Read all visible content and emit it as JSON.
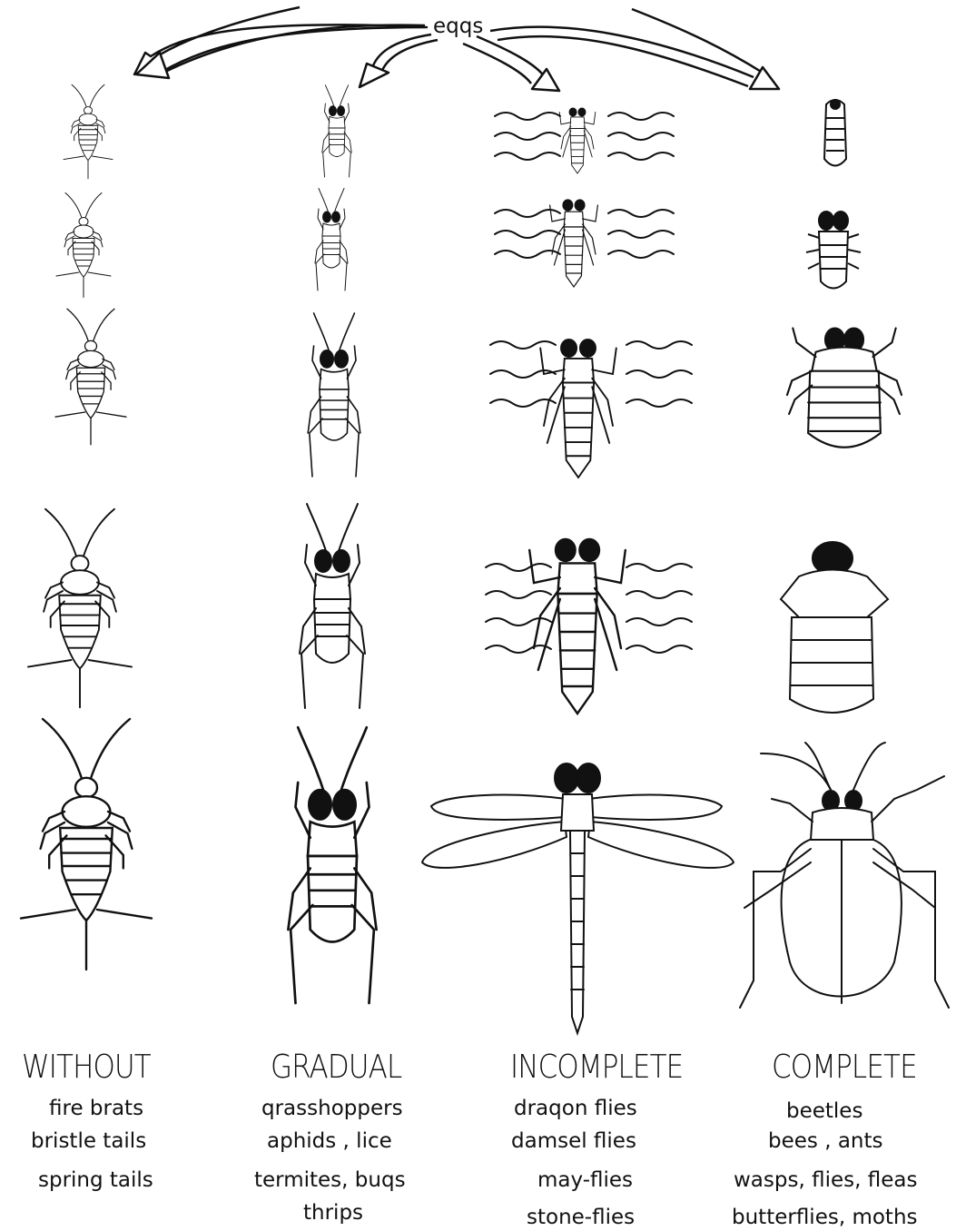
{
  "eggs_label": "eqqs",
  "columns": [
    {
      "heading": "WITHOUT",
      "examples": [
        "fire brats",
        "bristle tails",
        "spring tails"
      ]
    },
    {
      "heading": "GRADUAL",
      "examples": [
        "qrasshoppers",
        "aphids , lice",
        "termites, buqs",
        "thrips"
      ]
    },
    {
      "heading": "INCOMPLETE",
      "examples": [
        "draqon flies",
        "damsel flies",
        "may-flies",
        "stone-flies"
      ]
    },
    {
      "heading": "COMPLETE",
      "examples": [
        "beetles",
        "bees , ants",
        "wasps, flies, fleas",
        "butterflies, moths"
      ]
    }
  ]
}
